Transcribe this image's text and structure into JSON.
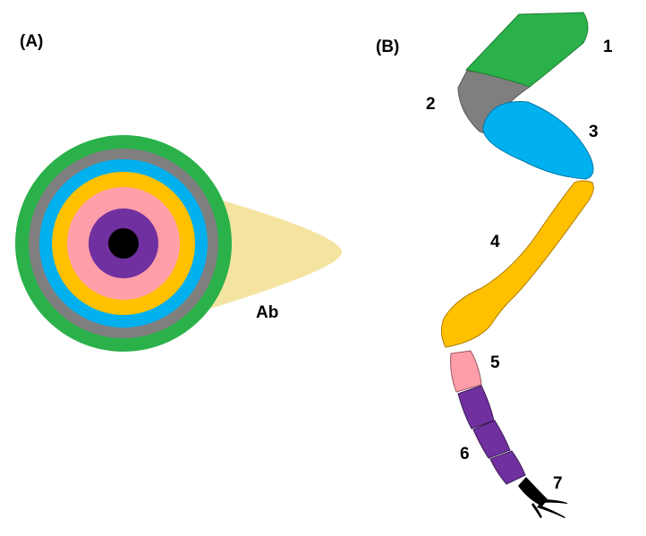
{
  "panel_a": {
    "label": "(A)",
    "appendage_label": "Ab",
    "ring_colors": {
      "ring_1": "#2bb14a",
      "ring_2": "#7f7f7f",
      "ring_3": "#00b0ef",
      "ring_4": "#ffc000",
      "ring_5": "#ff9ea8",
      "ring_6": "#7030a0",
      "ring_7": "#000000"
    },
    "appendage_color": "#f4e4a0"
  },
  "panel_b": {
    "label": "(B)",
    "segments": [
      {
        "label": "1",
        "color": "#2bb14a"
      },
      {
        "label": "2",
        "color": "#7f7f7f"
      },
      {
        "label": "3",
        "color": "#00b0ef"
      },
      {
        "label": "4",
        "color": "#ffc000"
      },
      {
        "label": "5",
        "color": "#ff9ea8"
      },
      {
        "label": "6",
        "color": "#7030a0"
      },
      {
        "label": "7",
        "color": "#000000"
      }
    ]
  }
}
